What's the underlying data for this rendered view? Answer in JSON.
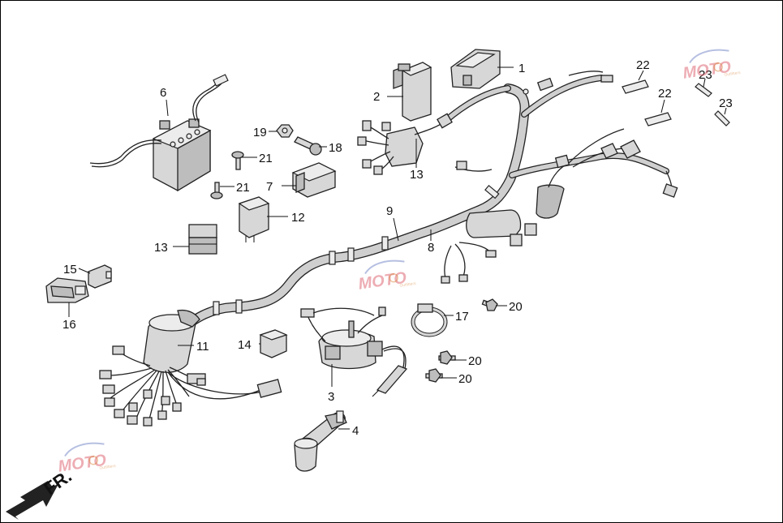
{
  "diagram": {
    "callouts": [
      {
        "id": "c1",
        "text": "1"
      },
      {
        "id": "c2",
        "text": "2"
      },
      {
        "id": "c3",
        "text": "3"
      },
      {
        "id": "c4",
        "text": "4"
      },
      {
        "id": "c6",
        "text": "6"
      },
      {
        "id": "c7",
        "text": "7"
      },
      {
        "id": "c8",
        "text": "8"
      },
      {
        "id": "c9",
        "text": "9"
      },
      {
        "id": "c11",
        "text": "11"
      },
      {
        "id": "c12",
        "text": "12"
      },
      {
        "id": "c13a",
        "text": "13"
      },
      {
        "id": "c13b",
        "text": "13"
      },
      {
        "id": "c14",
        "text": "14"
      },
      {
        "id": "c15",
        "text": "15"
      },
      {
        "id": "c16",
        "text": "16"
      },
      {
        "id": "c17",
        "text": "17"
      },
      {
        "id": "c18",
        "text": "18"
      },
      {
        "id": "c19",
        "text": "19"
      },
      {
        "id": "c20a",
        "text": "20"
      },
      {
        "id": "c20b",
        "text": "20"
      },
      {
        "id": "c20c",
        "text": "20"
      },
      {
        "id": "c21a",
        "text": "21"
      },
      {
        "id": "c21b",
        "text": "21"
      },
      {
        "id": "c22a",
        "text": "22"
      },
      {
        "id": "c22b",
        "text": "22"
      },
      {
        "id": "c23a",
        "text": "23"
      },
      {
        "id": "c23b",
        "text": "23"
      }
    ],
    "front_label": "FR.",
    "watermark": {
      "text": "MOTO",
      "subtext": "Outfitters"
    },
    "colors": {
      "line": "#222222",
      "part_fill": "#d7d7d7",
      "watermark": "#d94b5a"
    }
  }
}
